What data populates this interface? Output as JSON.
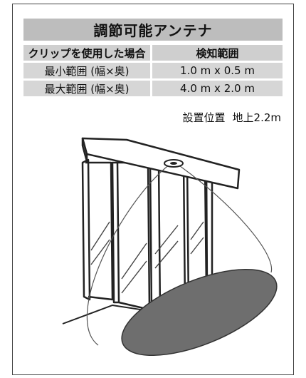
{
  "title": "調節可能アンテナ",
  "table": {
    "header": {
      "col1": "クリップを使用した場合",
      "col2": "検知範囲"
    },
    "rows": [
      {
        "label": "最小範囲 (幅×奥)",
        "value": "1.0 m x 0.5 m"
      },
      {
        "label": "最大範囲 (幅×奥)",
        "value": "4.0 m x 2.0 m"
      }
    ]
  },
  "installation": {
    "label": "設置位置",
    "value": "地上2.2m"
  },
  "colors": {
    "header_bg": "#bdbdbd",
    "cell_bg": "#d6d6d6",
    "floor_ellipse": "#6e6e6e"
  },
  "illustration": "sensor-detection-area-drawing"
}
